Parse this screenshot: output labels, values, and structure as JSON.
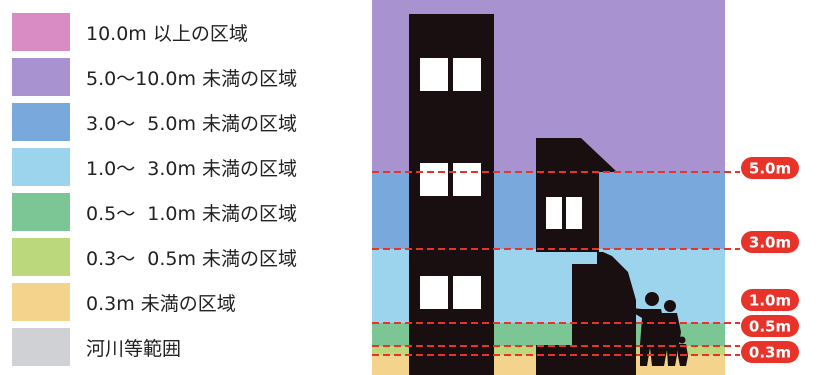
{
  "legend": [
    {
      "label": "10.0m 以上の区域",
      "color": "#d98cc4"
    },
    {
      "label": "5.0～10.0m 未満の区域",
      "color": "#a892d0"
    },
    {
      "label": "3.0～  5.0m 未満の区域",
      "color": "#79a9dc"
    },
    {
      "label": "1.0～  3.0m 未満の区域",
      "color": "#9cd4ee"
    },
    {
      "label": "0.5～  1.0m 未満の区域",
      "color": "#7cc595"
    },
    {
      "label": "0.3～  0.5m 未満の区域",
      "color": "#bcd87c"
    },
    {
      "label": "0.3m 未満の区域",
      "color": "#f4d48c"
    },
    {
      "label": "河川等範囲",
      "color": "#cfd1d4"
    }
  ],
  "depth_markers": [
    {
      "label": "5.0m",
      "value": 5.0
    },
    {
      "label": "3.0m",
      "value": 3.0
    },
    {
      "label": "1.0m",
      "value": 1.0
    },
    {
      "label": "0.5m",
      "value": 0.5
    },
    {
      "label": "0.3m",
      "value": 0.3
    }
  ],
  "colors": {
    "marker_red": "#e8332a",
    "building": "#1a0f10"
  }
}
